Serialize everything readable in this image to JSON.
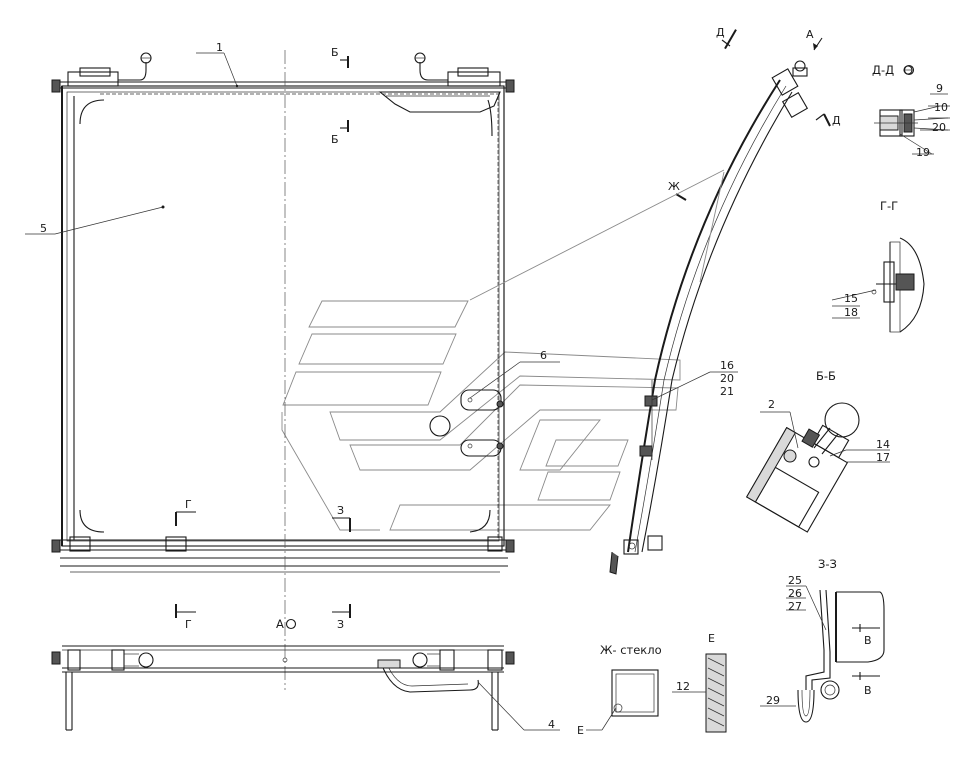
{
  "callouts": {
    "c1": "1",
    "c2": "2",
    "c4": "4",
    "c5": "5",
    "c6": "6",
    "c9": "9",
    "c10": "10",
    "c12": "12",
    "c14": "14",
    "c15": "15",
    "c16": "16",
    "c17": "17",
    "c18": "18",
    "c19": "19",
    "c20a": "20",
    "c20b": "20",
    "c21": "21",
    "c25": "25",
    "c26": "26",
    "c27": "27",
    "c29": "29"
  },
  "section_marks": {
    "b_top1": "Б",
    "b_top2": "Б",
    "g_left1": "Г",
    "g_left2": "Г",
    "z_1": "З",
    "z_2": "З",
    "d_1": "Д",
    "d_2": "Д",
    "a_arrow": "А",
    "zh_mark": "Ж",
    "v_1": "В",
    "v_2": "В",
    "e_1": "Е",
    "e_2": "Е"
  },
  "view_titles": {
    "dd": "Д-Д",
    "gg": "Г-Г",
    "bb": "Б-Б",
    "zz": "З-З",
    "a_view": "А",
    "zh_glass": "Ж- стекло"
  },
  "colors": {
    "line": "#1a1a1a",
    "watermark": "#8a8a8a",
    "hatch": "#555555"
  }
}
